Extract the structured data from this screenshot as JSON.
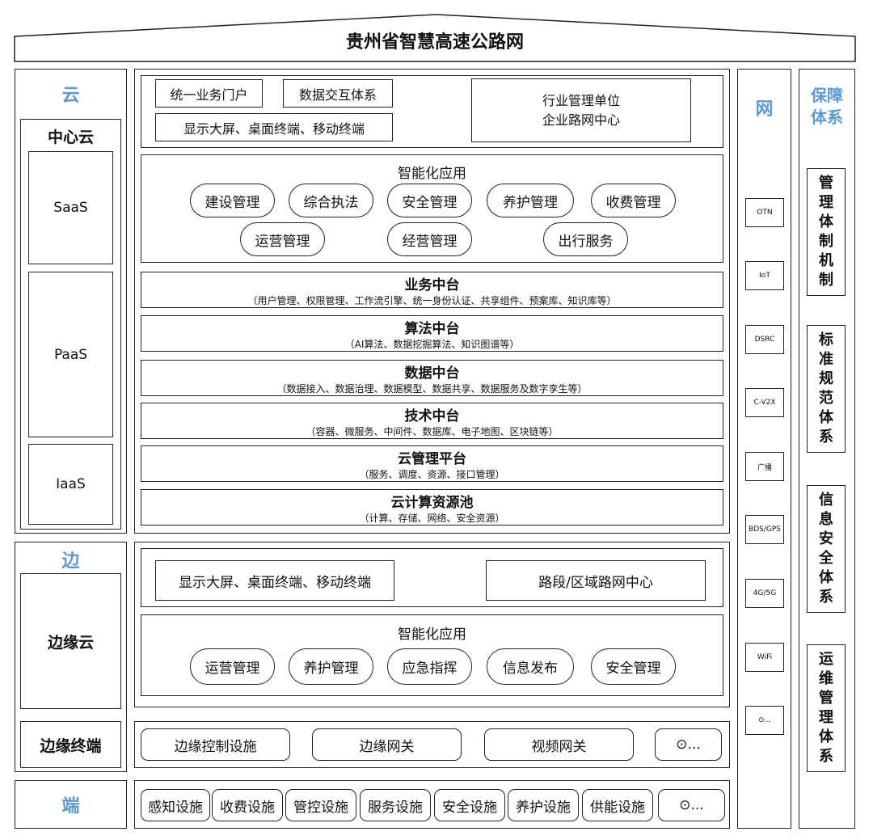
{
  "title": "贵州省智慧高速公路网",
  "cloud": {
    "label": "云",
    "center_cloud": "中心云",
    "saas": "SaaS",
    "paas": "PaaS",
    "iaas": "IaaS"
  },
  "top": {
    "portal": "统一业务门户",
    "exchange": "数据交互体系",
    "screens": "显示大屏、桌面终端、移动终端",
    "mgmt_line1": "行业管理单位",
    "mgmt_line2": "企业路网中心"
  },
  "smart_app": {
    "title": "智能化应用",
    "pills": [
      "建设管理",
      "综合执法",
      "安全管理",
      "养护管理",
      "收费管理",
      "运营管理",
      "经营管理",
      "出行服务"
    ]
  },
  "middle_platforms": [
    {
      "title": "业务中台",
      "sub": "（用户管理、权限管理、工作流引擎、统一身份认证、共享组件、预案库、知识库等）"
    },
    {
      "title": "算法中台",
      "sub": "（AI算法、数据挖掘算法、知识图谱等）"
    },
    {
      "title": "数据中台",
      "sub": "（数据接入、数据治理、数据模型、数据共享、数据服务及数字孪生等）"
    },
    {
      "title": "技术中台",
      "sub": "（容器、微服务、中间件、数据库、电子地图、区块链等）"
    },
    {
      "title": "云管理平台",
      "sub": "（服务、调度、资源、接口管理）"
    },
    {
      "title": "云计算资源池",
      "sub": "（计算、存储、网络、安全资源）"
    }
  ],
  "edge": {
    "label": "边",
    "edge_cloud": "边缘云",
    "edge_terminal": "边缘终端",
    "screens": "显示大屏、桌面终端、移动终端",
    "center": "路段/区域路网中心",
    "app_title": "智能化应用",
    "pills": [
      "运营管理",
      "养护管理",
      "应急指挥",
      "信息发布",
      "安全管理"
    ],
    "terminals": [
      "边缘控制设施",
      "边缘网关",
      "视频网关",
      "⊙..."
    ]
  },
  "end": {
    "label": "端",
    "items": [
      "感知设施",
      "收费设施",
      "管控设施",
      "服务设施",
      "安全设施",
      "养护设施",
      "供能设施",
      "⊙..."
    ]
  },
  "network": {
    "label": "网",
    "items": [
      "OTN",
      "IoT",
      "DSRC",
      "C-V2X",
      "广播",
      "BDS/GPS",
      "4G/5G",
      "WiFi",
      "⊙..."
    ]
  },
  "guarantee": {
    "label": "保障体系",
    "items": [
      "管理体制机制",
      "标准规范体系",
      "信息安全体系",
      "运维管理体系"
    ]
  },
  "colors": {
    "accent": "#5b9bd5",
    "border": "#222222"
  }
}
